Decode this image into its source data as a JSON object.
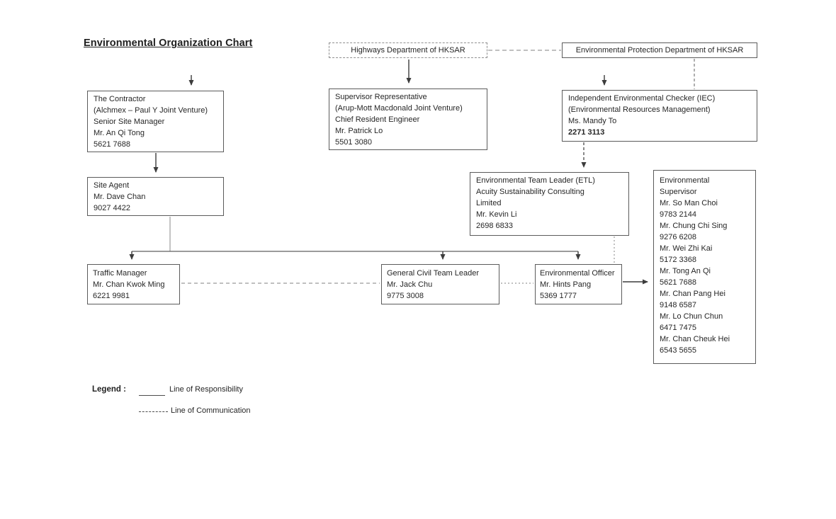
{
  "page": {
    "title": "Environmental Organization Chart"
  },
  "boxes": {
    "highways": {
      "label": "Highways Department of HKSAR"
    },
    "epd": {
      "label": "Environmental Protection Department of HKSAR"
    },
    "contractor": {
      "text": "The Contractor\n(Alchmex – Paul Y Joint Venture)\nSenior Site Manager\nMr. An Qi Tong\n5621 7688"
    },
    "supervisor_rep": {
      "text": "Supervisor Representative\n(Arup-Mott Macdonald Joint Venture)\nChief Resident Engineer\nMr. Patrick Lo\n5501 3080"
    },
    "iec": {
      "text": "Independent Environmental Checker (IEC)\n(Environmental Resources Management)\nMs. Mandy To",
      "phone": "2271 3113"
    },
    "site_agent": {
      "text": "Site Agent\nMr. Dave Chan\n9027 4422"
    },
    "etl": {
      "text": "Environmental Team Leader (ETL)\nAcuity Sustainability Consulting\nLimited\nMr. Kevin Li\n2698 6833"
    },
    "env_supervisor": {
      "text": "Environmental\nSupervisor\nMr. So Man Choi\n9783 2144\nMr. Chung Chi Sing\n9276 6208\nMr. Wei Zhi Kai\n5172 3368\nMr. Tong An Qi\n5621 7688\nMr. Chan Pang Hei\n9148 6587\nMr. Lo Chun Chun\n6471 7475\nMr. Chan Cheuk Hei\n6543 5655"
    },
    "traffic_manager": {
      "text": "Traffic Manager\nMr. Chan Kwok Ming\n6221 9981"
    },
    "general_civil": {
      "text": "General Civil Team Leader\nMr. Jack Chu\n9775 3008"
    },
    "env_officer": {
      "text": "Environmental Officer\nMr. Hints Pang\n5369 1777"
    }
  },
  "legend": {
    "title": "Legend :",
    "items": [
      {
        "style": "solid",
        "label": "Line of Responsibility"
      },
      {
        "style": "dashed",
        "label": "Line of Communication"
      }
    ]
  },
  "colors": {
    "line_responsibility": "#3c3c3c",
    "line_communication": "#8f8f8f",
    "box_border": "#5b5b5b",
    "text": "#262626"
  }
}
